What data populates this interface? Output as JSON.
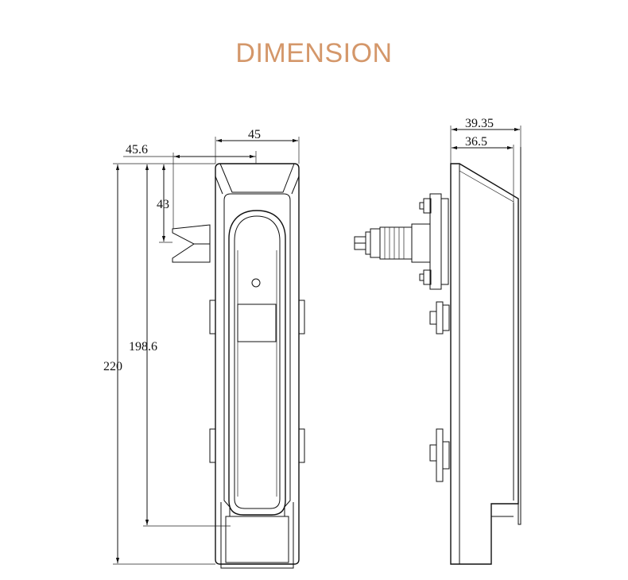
{
  "title": "DIMENSION",
  "colors": {
    "title": "#d4976a",
    "lines": "#111111"
  },
  "dimensions": {
    "front_width": "45",
    "handle_offset": "45.6",
    "cam_height": "43",
    "handle_length": "198.6",
    "total_height": "220",
    "side_depth_total": "39.35",
    "side_depth_body": "36.5"
  }
}
